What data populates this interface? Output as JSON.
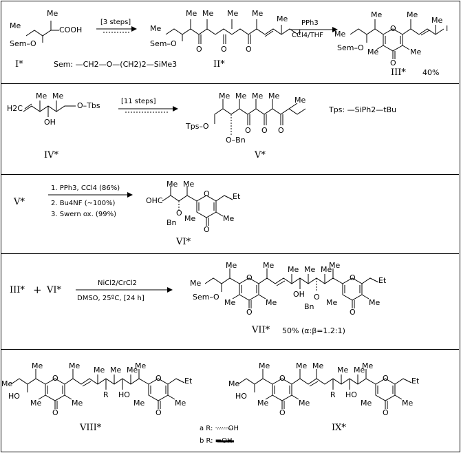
{
  "schemes": {
    "row1": {
      "reagent_steps": "[3 steps]",
      "reagent_2_top": "PPh3",
      "reagent_2_bottom": "CCl4/THF",
      "label_I": "I*",
      "sem_def": "Sem: —CH2—O—(CH2)2—SiMe3",
      "label_II": "II*",
      "label_III": "III*",
      "yield_III": "40%"
    },
    "row2": {
      "reagent_steps": "[11 steps]",
      "tps_def": "Tps: —SiPh2—tBu",
      "label_IV": "IV*",
      "label_V": "V*"
    },
    "row3": {
      "start": "V*",
      "step1": "1. PPh3, CCl4   (86%)",
      "step2": "2. Bu4NF  (~100%)",
      "step3": "3. Swern ox.  (99%)",
      "label_VI": "VI*"
    },
    "row4": {
      "reactant_a": "III*",
      "plus": "+",
      "reactant_b": "VI*",
      "reagent_top": "NiCl2/CrCl2",
      "reagent_bottom": "DMSO,   25ºC,    [24 h]",
      "label_VII": "VII*",
      "yield_VII": "50% (α:β=1.2:1)"
    },
    "row5": {
      "label_VIII": "VIII*",
      "label_IX": "IX*",
      "note_a": "a R:  ······OH",
      "note_b": "b R:  ▬OH"
    }
  },
  "atoms": {
    "me": "Me",
    "et": "Et",
    "o": "O",
    "i": "I",
    "oh": "OH",
    "ho": "HO",
    "cooh": "COOH",
    "ohc": "OHC",
    "r": "R",
    "semo": "Sem–O",
    "tpso": "Tps–O",
    "obn": "O–Bn",
    "bno": "Bn",
    "h2c": "H2C"
  }
}
